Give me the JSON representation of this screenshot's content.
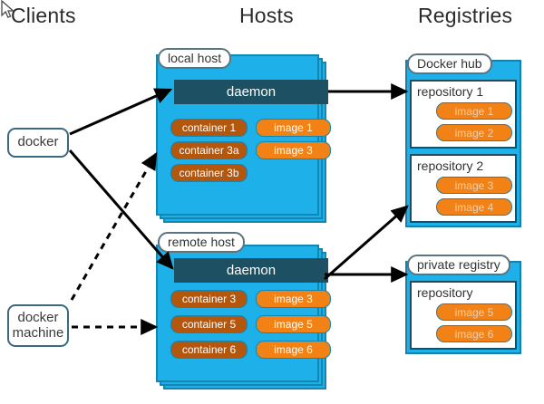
{
  "columns": {
    "clients": "Clients",
    "hosts": "Hosts",
    "registries": "Registries"
  },
  "clients": [
    {
      "id": "docker",
      "label": "docker"
    },
    {
      "id": "docker-machine",
      "line1": "docker",
      "line2": "machine"
    }
  ],
  "hosts": [
    {
      "id": "local-host",
      "label": "local host",
      "daemon": "daemon",
      "containers": [
        "container 1",
        "container 3a",
        "container 3b"
      ],
      "images": [
        "image 1",
        "image 3"
      ]
    },
    {
      "id": "remote-host",
      "label": "remote host",
      "daemon": "daemon",
      "containers": [
        "container 3",
        "container 5",
        "container 6"
      ],
      "images": [
        "image 3",
        "image 5",
        "image 6"
      ]
    }
  ],
  "registries": [
    {
      "id": "docker-hub",
      "label": "Docker hub",
      "repositories": [
        {
          "title": "repository 1",
          "images": [
            "image 1",
            "image 2"
          ]
        },
        {
          "title": "repository 2",
          "images": [
            "image 3",
            "image 4"
          ]
        }
      ]
    },
    {
      "id": "private-registry",
      "label": "private registry",
      "repositories": [
        {
          "title": "repository",
          "images": [
            "image 5",
            "image 6"
          ]
        }
      ]
    }
  ],
  "colors": {
    "host_blue": "#1eb0e8",
    "host_border": "#1287b4",
    "daemon_teal": "#1d5063",
    "container_brown": "#b3560e",
    "image_orange": "#f28216",
    "client_border": "#3b6a80",
    "arrow_black": "#000000",
    "background": "#ffffff"
  },
  "connections": [
    {
      "from": "docker",
      "to": "local-host-daemon",
      "style": "solid"
    },
    {
      "from": "docker",
      "to": "remote-host-daemon",
      "style": "solid"
    },
    {
      "from": "docker-machine",
      "to": "local-host",
      "style": "dashed"
    },
    {
      "from": "docker-machine",
      "to": "remote-host",
      "style": "dashed"
    },
    {
      "from": "local-host-daemon",
      "to": "docker-hub-repository-1",
      "style": "solid"
    },
    {
      "from": "remote-host-daemon",
      "to": "docker-hub-repository-2",
      "style": "solid"
    },
    {
      "from": "remote-host-daemon",
      "to": "private-registry",
      "style": "solid"
    }
  ]
}
